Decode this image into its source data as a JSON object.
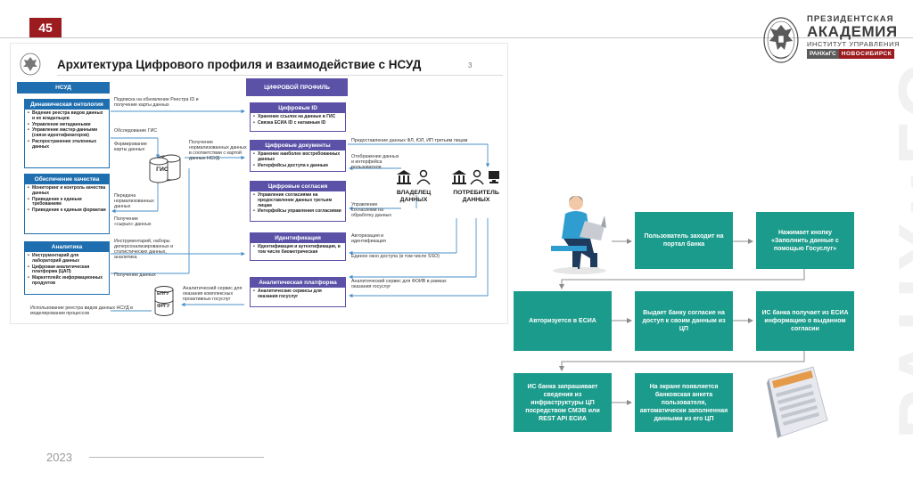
{
  "slide": {
    "number": "45",
    "year": "2023"
  },
  "logo": {
    "line1": "ПРЕЗИДЕНТСКАЯ",
    "line2": "АКАДЕМИЯ",
    "line3": "ИНСТИТУТ УПРАВЛЕНИЯ",
    "bar_left": "РАНХиГС",
    "bar_right": "НОВОСИБИРСК"
  },
  "watermark": "РАНХиГС",
  "architecture": {
    "title": "Архитектура Цифрового профиля и взаимодействие с НСУД",
    "page": "3",
    "nsud": {
      "header": "НСУД",
      "ontology": {
        "title": "Динамическая онтология",
        "items": [
          "Ведение реестра видов данных и их владельцев",
          "Управление метаданными",
          "Управление мастер-данными (связи идентификаторов)",
          "Распространение эталонных данных"
        ]
      },
      "quality": {
        "title": "Обеспечение качества",
        "items": [
          "Мониторинг и контроль качества данных",
          "Приведение к единым требованиям",
          "Приведение к единым форматам"
        ]
      },
      "analytics": {
        "title": "Аналитика",
        "items": [
          "Инструментарий для лабораторий данных",
          "Цифровая аналитическая платформа (ЦАП)",
          "Маркетплейс информационных продуктов"
        ]
      }
    },
    "profile": {
      "header": "ЦИФРОВОЙ ПРОФИЛЬ",
      "ids": {
        "title": "Цифровые ID",
        "items": [
          "Хранение ссылок на данные в ГИС",
          "Связка ЕСИА ID с натавным ID"
        ]
      },
      "docs": {
        "title": "Цифровые документы",
        "items": [
          "Хранение наиболее востребованных данных",
          "Интерфейсы доступа к данным"
        ]
      },
      "consents": {
        "title": "Цифровые согласия",
        "items": [
          "Управление согласиями на предоставление данных третьим лицам",
          "Интерфейсы управления согласиями"
        ]
      },
      "identification": {
        "title": "Идентификация",
        "items": [
          "Идентификация и аутентификация, в том числе биометрическая"
        ]
      },
      "platform": {
        "title": "Аналитическая платформа",
        "items": [
          "Аналитические сервисы для оказания госуслуг"
        ]
      }
    },
    "gis_label": "ГИС",
    "epgu_label": "ЕПГУ",
    "frgu_label": "ФРГУ",
    "owner_label": "ВЛАДЕЛЕЦ ДАННЫХ",
    "consumer_label": "ПОТРЕБИТЕЛЬ ДАННЫХ",
    "labels": {
      "subscription": "Подписка на обновление Реестра ID и получение карты данных",
      "gis_survey": "Обследование ГИС",
      "map_forming": "Формирование карты данных",
      "normalized_receive": "Получение нормализованных данных в соответствии с картой данных НСУД",
      "normalized_transfer": "Передача нормализованных данных",
      "raw_receive": "Получение «сырых» данных",
      "tools": "Инструментарий, наборы деперсонализированных и статистических данных, аналитика",
      "data_receive": "Получение данных",
      "registry_use": "Использование реестра видов данных НСУД в моделировании процессов",
      "analytics_service": "Аналитический сервис для оказания комплексных проактивных госуслуг",
      "provide_data": "Предоставление данных ФЛ, ЮЛ, ИП третьим лицам",
      "display_data": "Отображение данных и интерфейса пользователя",
      "consent_mgmt": "Управление согласиями на обработку данных",
      "auth": "Авторизация и идентификация",
      "single_window": "Единое окно доступа (в том числе SSO)",
      "foiv_service": "Аналитический сервис для ФОИВ в рамках оказания госуслуг"
    }
  },
  "flow": {
    "steps": [
      "Пользователь заходит на портал банка",
      "Нажимает кнопку «Заполнить данные с помощью Госуслуг»",
      "Авторизуется в ЕСИА",
      "Выдает банку согласие на доступ к своим данным из ЦП",
      "ИС банка получает из ЕСИА информацию о выданном согласии",
      "ИС банка запрашивает сведения из инфраструктуры ЦП посредством СМЭВ или REST API ЕСИА",
      "На экране появляется банковская анкета пользователя, автоматически заполненная данными из его ЦП"
    ]
  },
  "colors": {
    "brand_red": "#9b1b1f",
    "nsud_blue": "#1f6fb0",
    "profile_purple": "#5b52a8",
    "flow_teal": "#1a9b8b"
  }
}
